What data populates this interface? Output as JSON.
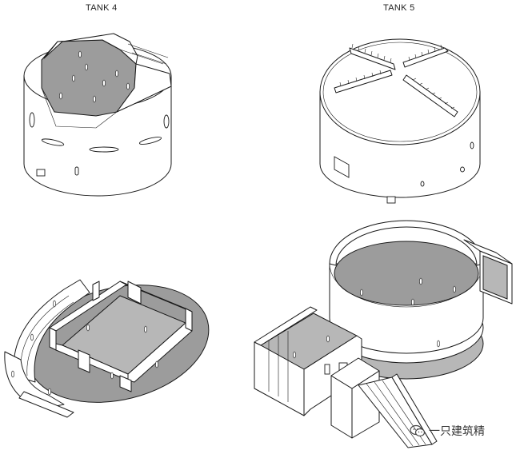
{
  "titles": {
    "tank4": "TANK 4",
    "tank5": "TANK 5"
  },
  "watermark": {
    "text": "一只建筑精",
    "icon": "wechat-icon"
  }
}
